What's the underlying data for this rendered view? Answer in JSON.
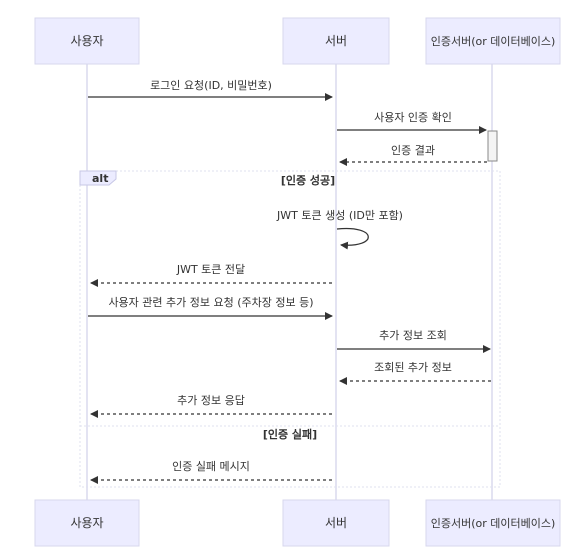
{
  "actors": [
    {
      "id": "user",
      "label": "사용자"
    },
    {
      "id": "server",
      "label": "서버"
    },
    {
      "id": "auth",
      "label": "인증서버(or 데이터베이스)"
    }
  ],
  "messages": [
    {
      "id": "m1",
      "text": "로그인 요청(ID, 비밀번호)"
    },
    {
      "id": "m2",
      "text": "사용자 인증 확인"
    },
    {
      "id": "m3",
      "text": "인증 결과"
    },
    {
      "id": "m4",
      "text": "JWT 토큰 생성 (ID만 포함)"
    },
    {
      "id": "m5",
      "text": "JWT 토큰 전달"
    },
    {
      "id": "m6",
      "text": "사용자 관련 추가 정보 요청 (주차장 정보 등)"
    },
    {
      "id": "m7",
      "text": "추가 정보 조회"
    },
    {
      "id": "m8",
      "text": "조회된 추가 정보"
    },
    {
      "id": "m9",
      "text": "추가 정보 응답"
    },
    {
      "id": "m10",
      "text": "인증 실패 메시지"
    }
  ],
  "alt": {
    "label": "alt",
    "success_condition": "[인증 성공]",
    "failure_condition": "[인증 실패]"
  },
  "colors": {
    "actor_fill": "#ECECFF",
    "line": "#333333",
    "lifeline": "#c7c7e6"
  }
}
